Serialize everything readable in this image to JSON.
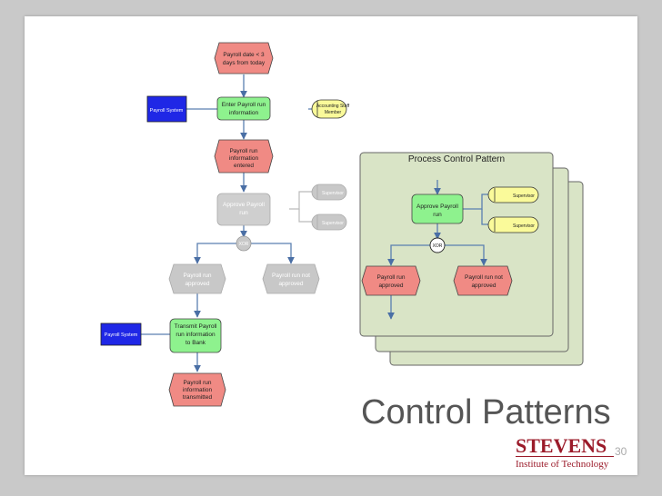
{
  "slide": {
    "title": "Control Patterns",
    "page_number": "30",
    "logo_main": "STEVENS",
    "logo_sub": "Institute of Technology"
  },
  "left_flow": {
    "event_payroll_date": [
      "Payroll date < 3",
      "days from today"
    ],
    "payroll_system_top": "Payroll System",
    "function_enter": [
      "Enter Payroll run",
      "information"
    ],
    "accounting_staff": [
      "Accounting Staff",
      "Member"
    ],
    "event_entered": [
      "Payroll run",
      "information",
      "entered"
    ],
    "function_approve": [
      "Approve Payroll",
      "run"
    ],
    "supervisor_1": "Supervisor",
    "supervisor_2": "Supervisor",
    "xor": "XOR",
    "event_approved": [
      "Payroll run",
      "approved"
    ],
    "event_not_approved": [
      "Payroll run not",
      "approved"
    ],
    "payroll_system_bottom": "Payroll System",
    "function_transmit": [
      "Transmit Payroll",
      "run information",
      "to Bank"
    ],
    "event_transmitted": [
      "Payroll run",
      "information",
      "transmitted"
    ]
  },
  "pattern": {
    "title": "Process Control Pattern",
    "function_approve": [
      "Approve Payroll",
      "run"
    ],
    "supervisor_1": "Supervisor",
    "supervisor_2": "Supervisor",
    "xor": "XOR",
    "event_approved": [
      "Payroll run",
      "approved"
    ],
    "event_not_approved": [
      "Payroll run not",
      "approved"
    ]
  },
  "colors": {
    "event": "#f08a84",
    "function": "#8ef28e",
    "system": "#1f27e6",
    "role": "#fafa9a",
    "faded": "#c8c8c8",
    "panel": "#d9e4c6"
  }
}
